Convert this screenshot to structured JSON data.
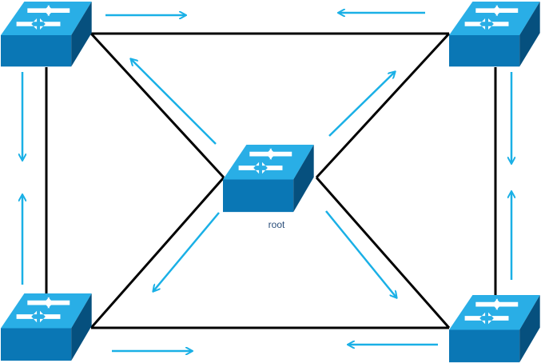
{
  "diagram": {
    "root_label": "root",
    "colors": {
      "link": "#000000",
      "arrow": "#1ab0e6",
      "switch_top": "#29aee6",
      "switch_front": "#0a77b5",
      "switch_side": "#06507e",
      "switch_arrow": "#ffffff"
    },
    "switches": [
      {
        "id": "top-left"
      },
      {
        "id": "top-right"
      },
      {
        "id": "root"
      },
      {
        "id": "bottom-left"
      },
      {
        "id": "bottom-right"
      }
    ]
  }
}
